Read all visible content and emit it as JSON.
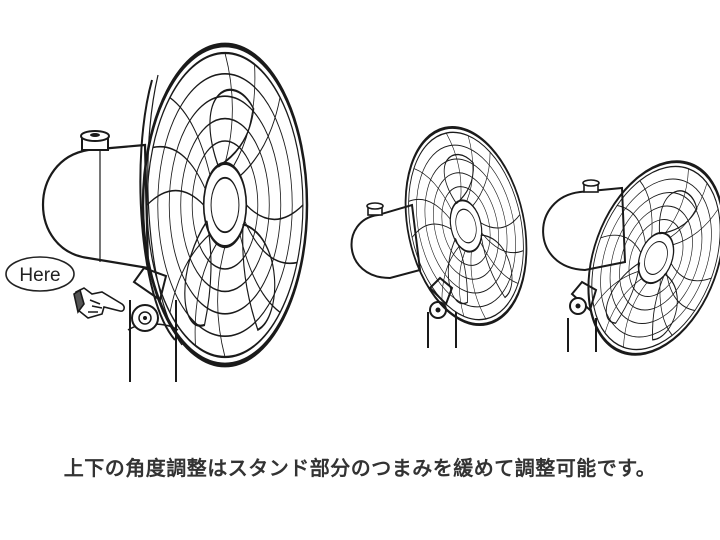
{
  "callout": {
    "label": "Here"
  },
  "caption": {
    "text": "上下の角度調整はスタンド部分のつまみを緩めて調整可能です。"
  },
  "colors": {
    "line": "#1a1a1a",
    "caption": "#333333",
    "background": "#ffffff"
  },
  "icons": [
    "pointing-hand-icon",
    "here-callout"
  ]
}
